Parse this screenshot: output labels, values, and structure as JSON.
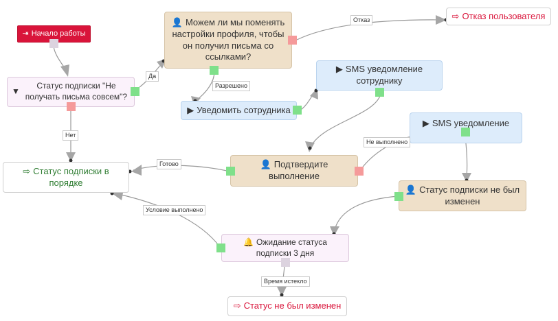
{
  "nodes": {
    "start": {
      "label": "Начало работы",
      "icon": "sign-in-icon"
    },
    "filter": {
      "label": "Статус подписки \"Не получать письма совсем\"?",
      "icon": "filter-icon"
    },
    "question": {
      "label": "Можем ли мы поменять настройки профиля, чтобы он получил письма со ссылками?",
      "icon": "user-icon"
    },
    "reject": {
      "label": "Отказ пользователя",
      "icon": "sign-out-icon"
    },
    "notify": {
      "label": "Уведомить сотрудника",
      "icon": "play-icon"
    },
    "sms1": {
      "label": "SMS уведомление сотруднику",
      "icon": "play-icon"
    },
    "sms2": {
      "label": "SMS уведомление",
      "icon": "play-icon"
    },
    "ok_status": {
      "label": "Статус подписки в порядке",
      "icon": "sign-out-icon"
    },
    "confirm": {
      "label": "Подтвердите выполнение",
      "icon": "user-icon"
    },
    "not_changed": {
      "label": "Статус подписки не был изменен",
      "icon": "user-icon"
    },
    "wait": {
      "label": "Ожидание статуса подписки 3 дня",
      "icon": "bell-icon"
    },
    "final": {
      "label": "Статус не был изменен",
      "icon": "sign-out-icon"
    }
  },
  "edge_labels": {
    "refusal": "Отказ",
    "yes": "Да",
    "allowed": "Разрешено",
    "no": "Нет",
    "done": "Готово",
    "not_done": "Не выполнено",
    "condition_met": "Условие выполнено",
    "time_expired": "Время истекло"
  },
  "colors": {
    "start_bg": "#d9143a",
    "end_text": "#d9143a",
    "success_text": "#2f7d32",
    "question_bg": "#efe0c9",
    "sms_bg": "#ddecfb",
    "filter_bg": "#fbf2fb",
    "port_yes": "#7fe08a",
    "port_no": "#f59a9a",
    "port_in": "#dcd3df"
  }
}
